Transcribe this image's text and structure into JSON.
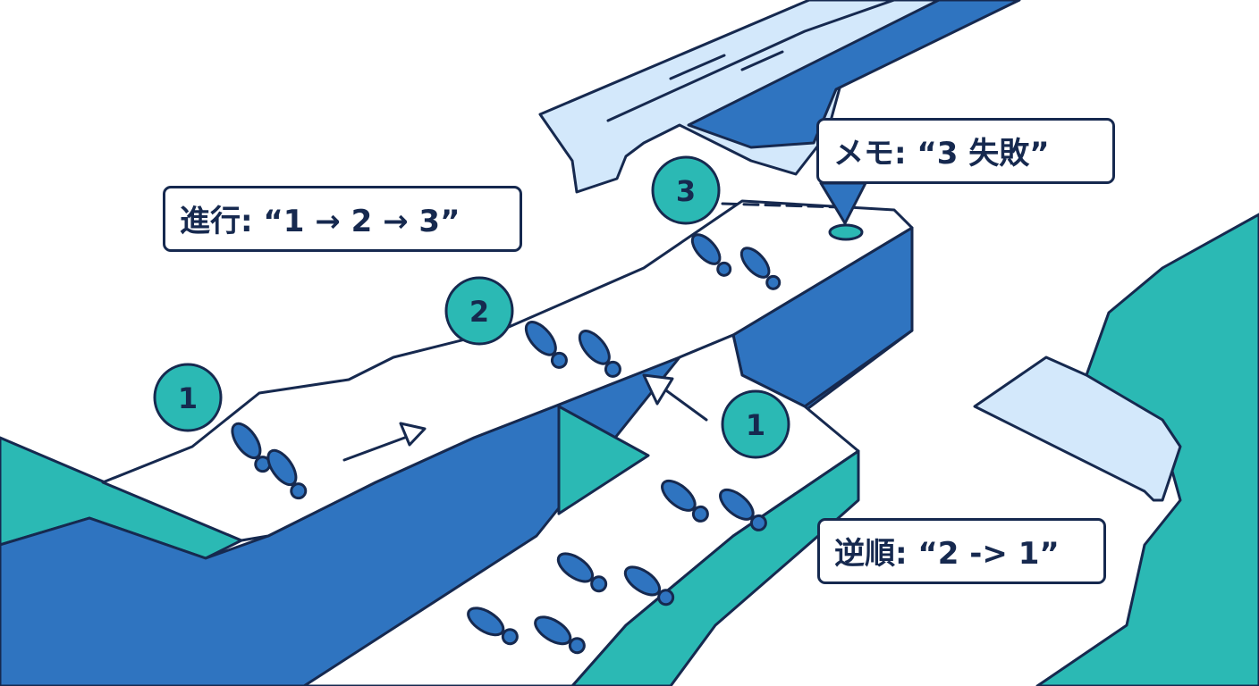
{
  "labels": {
    "progress": "進行: “1 → 2 → 3”",
    "memo": "メモ: “3 失敗”",
    "reverse": "逆順: “2 -> 1”"
  },
  "steps": {
    "step1": "1",
    "step2": "2",
    "step3": "3",
    "step_back": "1"
  },
  "colors": {
    "outline": "#16294f",
    "cliff_blue": "#2f74c0",
    "teal": "#2bb9b4",
    "ice": "#d3e8fb",
    "path": "#ffffff",
    "badge_fill": "#2bb9b4"
  }
}
